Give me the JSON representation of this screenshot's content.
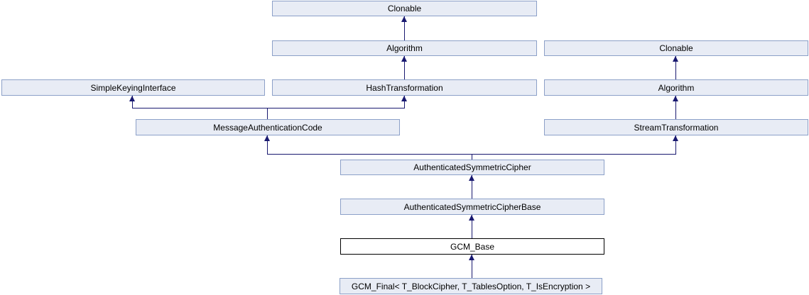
{
  "diagram": {
    "type": "class-inheritance-graph",
    "nodes": [
      {
        "label": "Clonable"
      },
      {
        "label": "Algorithm"
      },
      {
        "label": "Clonable"
      },
      {
        "label": "SimpleKeyingInterface"
      },
      {
        "label": "HashTransformation"
      },
      {
        "label": "Algorithm"
      },
      {
        "label": "MessageAuthenticationCode"
      },
      {
        "label": "StreamTransformation"
      },
      {
        "label": "AuthenticatedSymmetricCipher"
      },
      {
        "label": "AuthenticatedSymmetricCipherBase"
      },
      {
        "label": "GCM_Base",
        "highlighted": true
      },
      {
        "label": "GCM_Final< T_BlockCipher, T_TablesOption, T_IsEncryption >"
      }
    ],
    "edges": [
      {
        "from": "Algorithm",
        "to": "Clonable"
      },
      {
        "from": "HashTransformation",
        "to": "Algorithm"
      },
      {
        "from": "Algorithm",
        "to": "Clonable"
      },
      {
        "from": "StreamTransformation",
        "to": "Algorithm"
      },
      {
        "from": "MessageAuthenticationCode",
        "to": "SimpleKeyingInterface"
      },
      {
        "from": "MessageAuthenticationCode",
        "to": "HashTransformation"
      },
      {
        "from": "AuthenticatedSymmetricCipher",
        "to": "MessageAuthenticationCode"
      },
      {
        "from": "AuthenticatedSymmetricCipher",
        "to": "StreamTransformation"
      },
      {
        "from": "AuthenticatedSymmetricCipherBase",
        "to": "AuthenticatedSymmetricCipher"
      },
      {
        "from": "GCM_Base",
        "to": "AuthenticatedSymmetricCipherBase"
      },
      {
        "from": "GCM_Final< T_BlockCipher, T_TablesOption, T_IsEncryption >",
        "to": "GCM_Base"
      }
    ],
    "colors": {
      "node_fill": "#E8ECF5",
      "node_border": "#8CA0C8",
      "edge": "#191970",
      "highlight_fill": "#FFFFFF",
      "highlight_border": "#000000"
    }
  }
}
